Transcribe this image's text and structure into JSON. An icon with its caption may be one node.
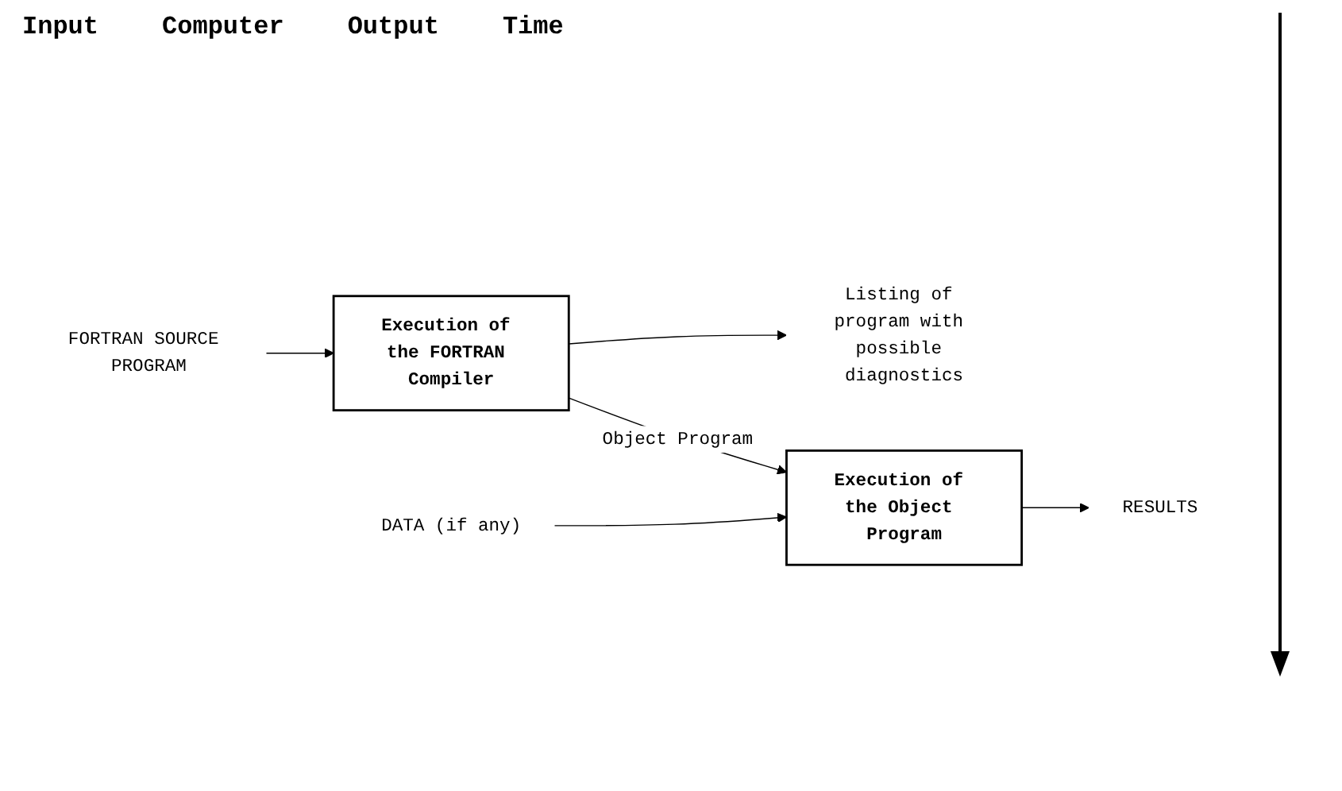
{
  "diagram": {
    "nodes": [
      {
        "text": [
          "FORTRAN SOURCE PROGRAM"
        ]
      },
      {
        "text": [
          "Execution of the FORTRAN Compiler"
        ]
      },
      {
        "text": [
          "Listing of program with possible diagnostics"
        ]
      },
      {
        "text": [
          "DATA (if any)"
        ]
      },
      {
        "text": [
          "Execution of the Object Program"
        ]
      },
      {
        "text": [
          "RESULTS"
        ]
      }
    ],
    "edges": [
      {
        "from": 0,
        "to": 1,
        "arrow": "to"
      },
      {
        "from": 1,
        "to": 2,
        "arrow": "to"
      },
      {
        "from": 1,
        "to": 4,
        "arrow": "to",
        "label": "Object Program"
      },
      {
        "from": 3,
        "to": 4,
        "arrow": "to"
      },
      {
        "from": 4,
        "to": 5,
        "arrow": "to"
      }
    ],
    "labels": [
      "Input",
      "Computer",
      "Output",
      "Time"
    ]
  }
}
